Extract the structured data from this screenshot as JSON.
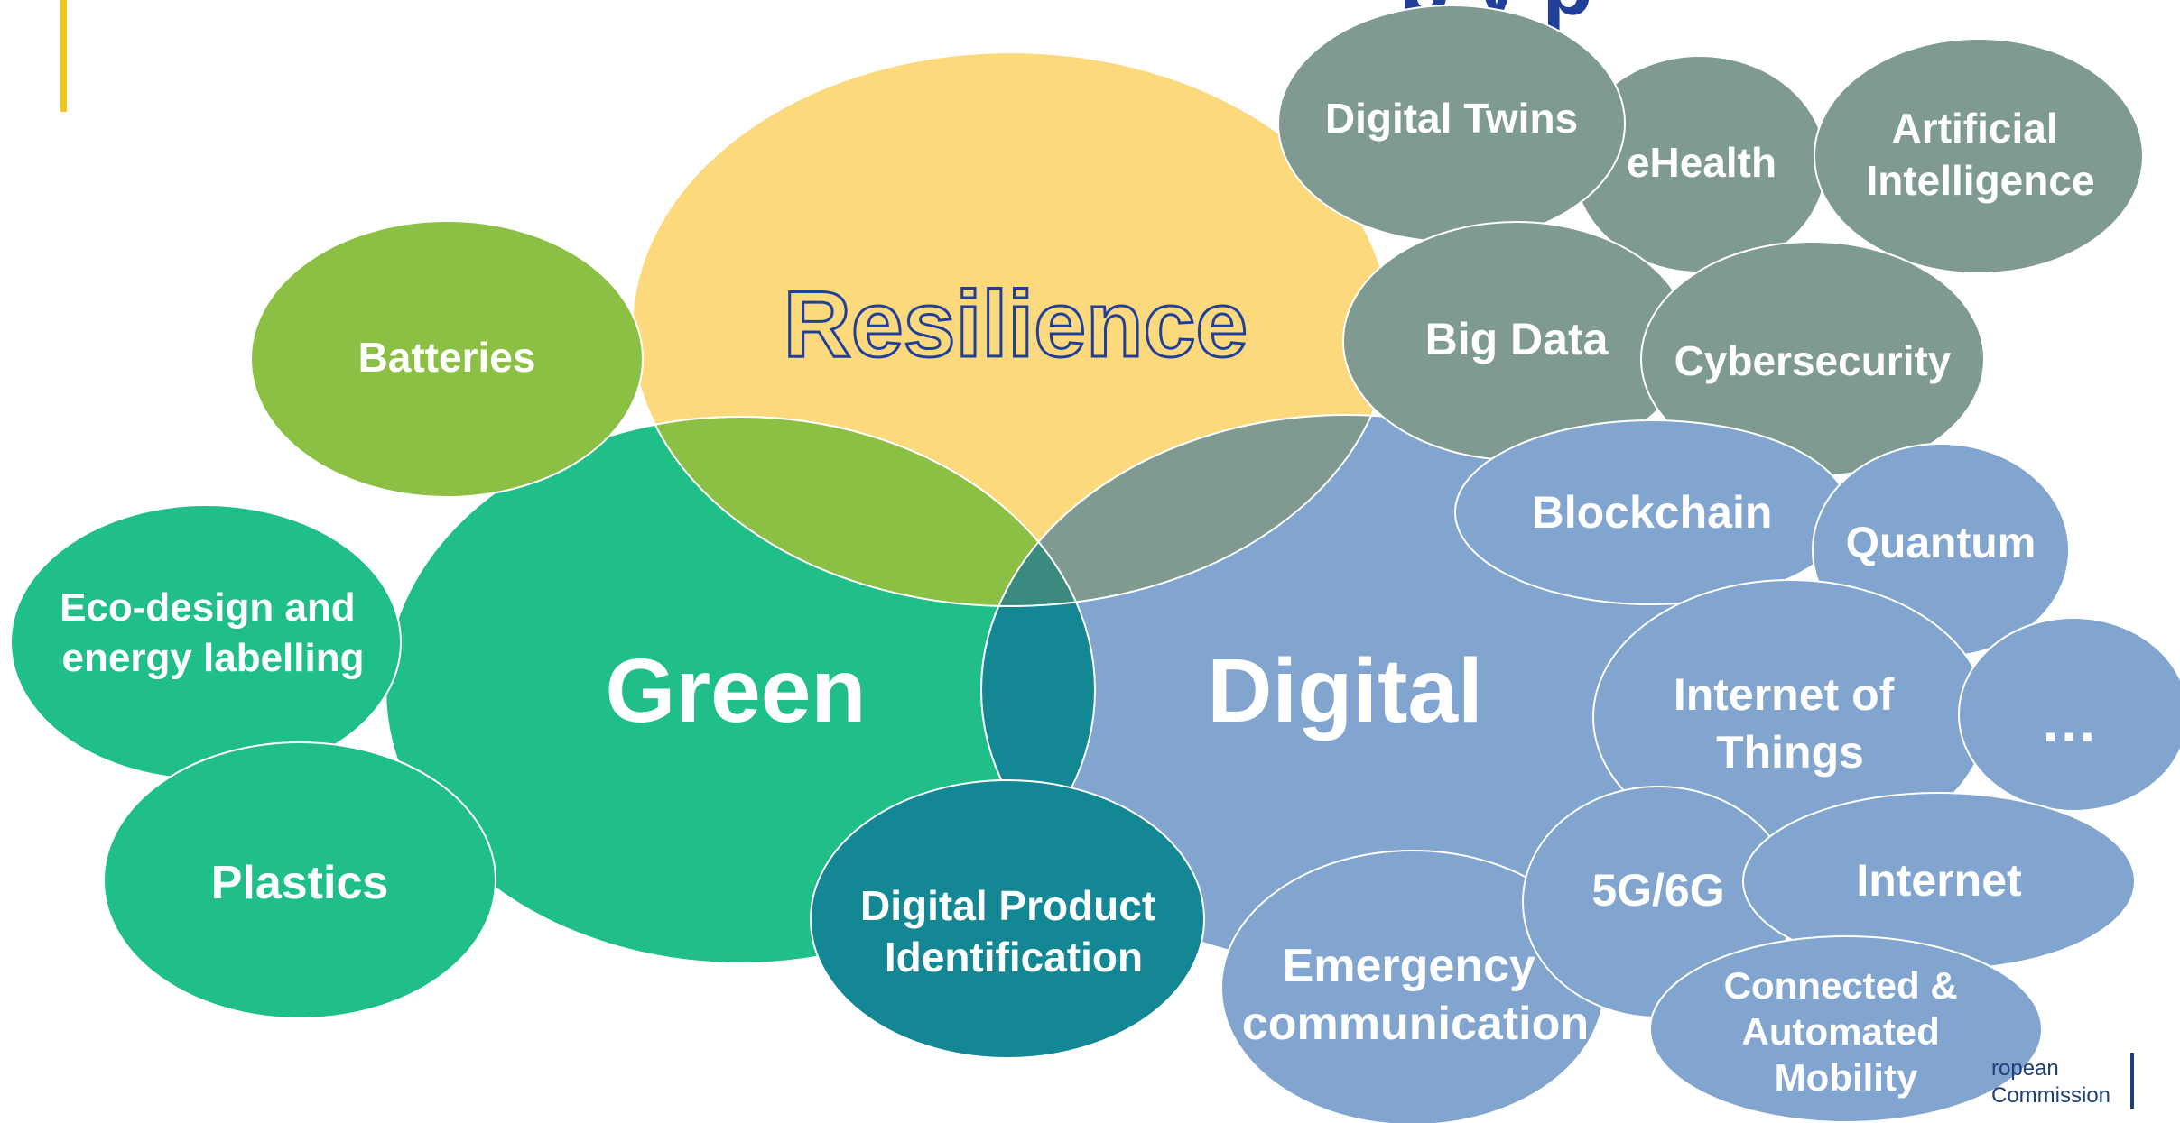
{
  "diagram": {
    "title_fragment": "p  y  p",
    "main_circles": {
      "resilience": "Resilience",
      "green": "Green",
      "digital": "Digital"
    },
    "green_topics": {
      "batteries": "Batteries",
      "ecodesign": [
        "Eco-design and",
        "energy labelling"
      ],
      "plastics": "Plastics"
    },
    "overlap_topic": [
      "Digital Product",
      "Identification"
    ],
    "tech_topics": {
      "digital_twins": "Digital Twins",
      "ehealth": "eHealth",
      "ai": [
        "Artificial",
        "Intelligence"
      ],
      "big_data": "Big Data",
      "cybersecurity": "Cybersecurity"
    },
    "digital_topics": {
      "blockchain": "Blockchain",
      "quantum": "Quantum",
      "iot": [
        "Internet of",
        "Things"
      ],
      "more": "…",
      "g56": "5G/6G",
      "internet": "Internet",
      "emergency": [
        "Emergency",
        "communication"
      ],
      "cam": [
        "Connected &",
        "Automated",
        "Mobility"
      ]
    },
    "colors": {
      "yellow": "#fcd97c",
      "green": "#20bf88",
      "olive": "#8cc045",
      "teal": "#138794",
      "gray": "#7f9a91",
      "blue": "#81a5cf",
      "navy": "#1f3f9a",
      "accent_rule": "#f5c518"
    }
  },
  "footer": {
    "logo_line1": "ropean",
    "logo_line2": "Commission"
  }
}
